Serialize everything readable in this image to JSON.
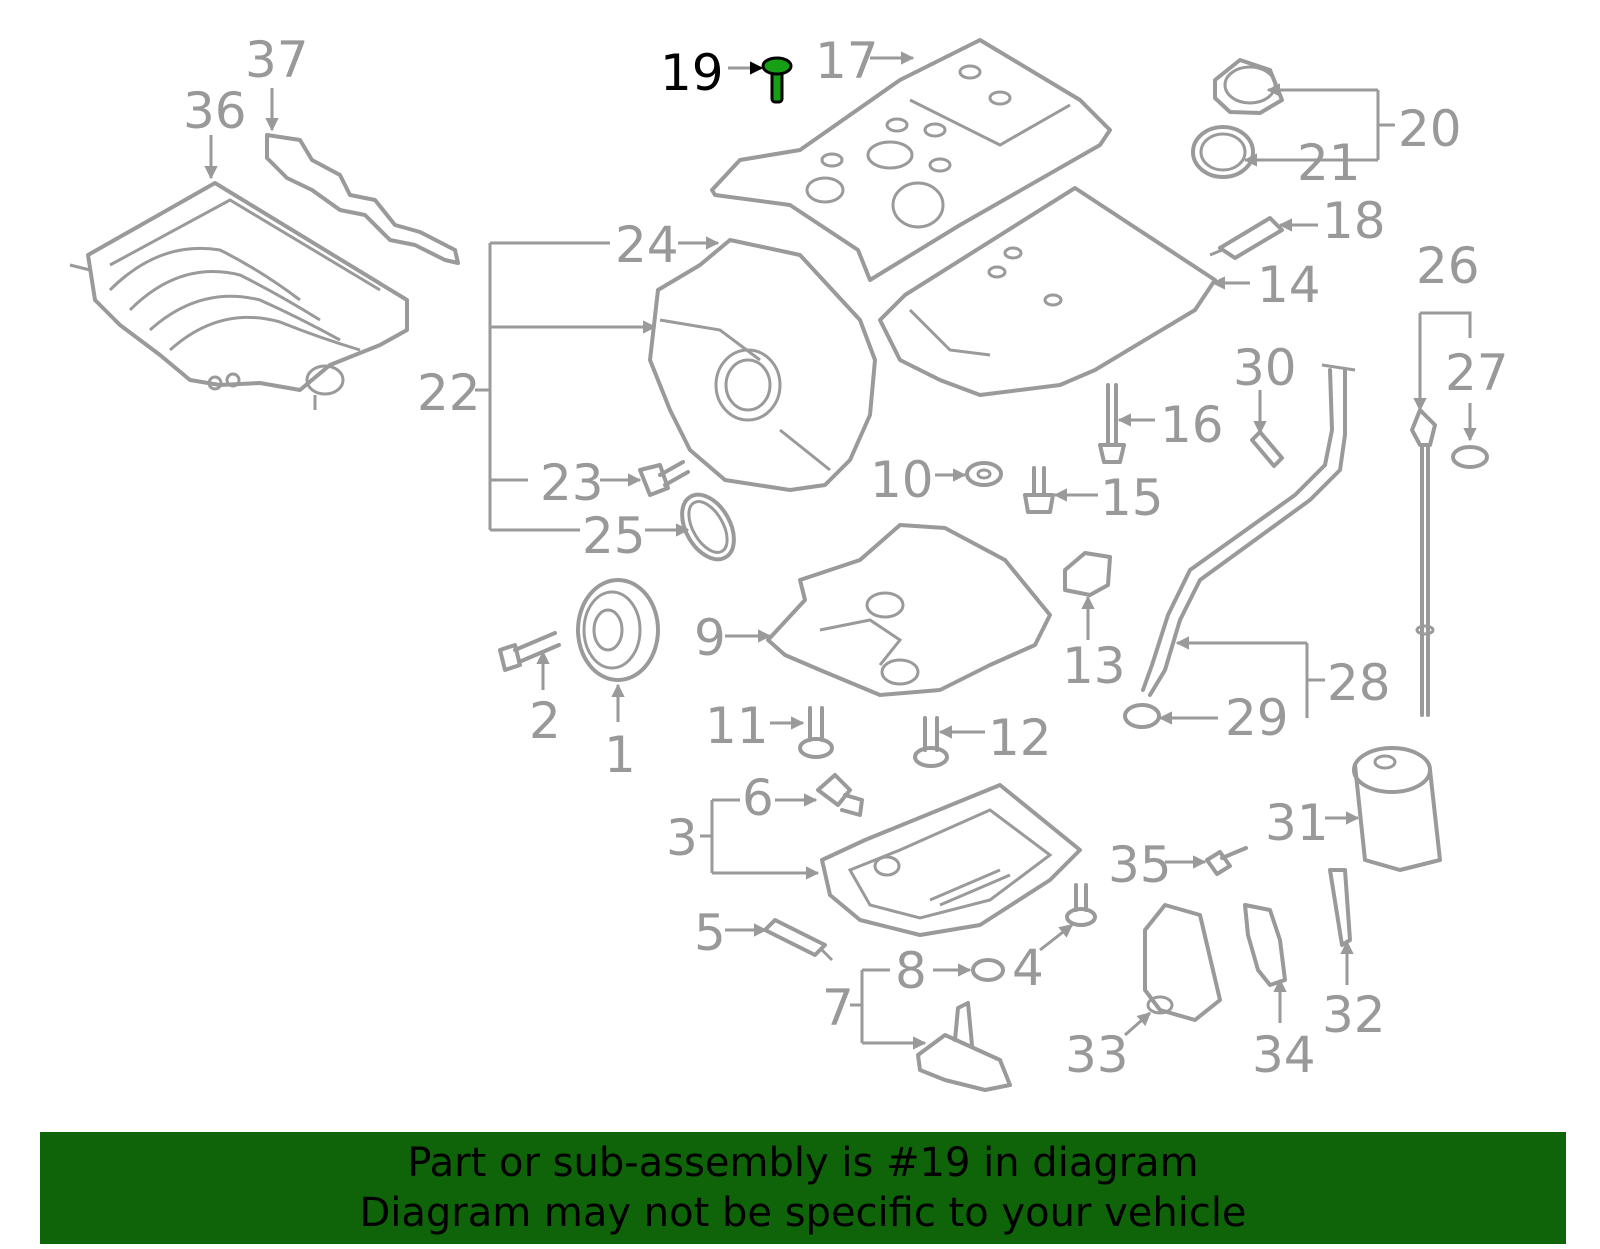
{
  "diagram": {
    "highlight_color": "#16a016",
    "line_color": "#9a9a9a",
    "highlighted_part": "19",
    "callouts": [
      {
        "id": "1",
        "label": "1"
      },
      {
        "id": "2",
        "label": "2"
      },
      {
        "id": "3",
        "label": "3"
      },
      {
        "id": "4",
        "label": "4"
      },
      {
        "id": "5",
        "label": "5"
      },
      {
        "id": "6",
        "label": "6"
      },
      {
        "id": "7",
        "label": "7"
      },
      {
        "id": "8",
        "label": "8"
      },
      {
        "id": "9",
        "label": "9"
      },
      {
        "id": "10",
        "label": "10"
      },
      {
        "id": "11",
        "label": "11"
      },
      {
        "id": "12",
        "label": "12"
      },
      {
        "id": "13",
        "label": "13"
      },
      {
        "id": "14",
        "label": "14"
      },
      {
        "id": "15",
        "label": "15"
      },
      {
        "id": "16",
        "label": "16"
      },
      {
        "id": "17",
        "label": "17"
      },
      {
        "id": "18",
        "label": "18"
      },
      {
        "id": "19",
        "label": "19"
      },
      {
        "id": "20",
        "label": "20"
      },
      {
        "id": "21",
        "label": "21"
      },
      {
        "id": "22",
        "label": "22"
      },
      {
        "id": "23",
        "label": "23"
      },
      {
        "id": "24",
        "label": "24"
      },
      {
        "id": "25",
        "label": "25"
      },
      {
        "id": "26",
        "label": "26"
      },
      {
        "id": "27",
        "label": "27"
      },
      {
        "id": "28",
        "label": "28"
      },
      {
        "id": "29",
        "label": "29"
      },
      {
        "id": "30",
        "label": "30"
      },
      {
        "id": "31",
        "label": "31"
      },
      {
        "id": "32",
        "label": "32"
      },
      {
        "id": "33",
        "label": "33"
      },
      {
        "id": "34",
        "label": "34"
      },
      {
        "id": "35",
        "label": "35"
      },
      {
        "id": "36",
        "label": "36"
      },
      {
        "id": "37",
        "label": "37"
      }
    ]
  },
  "banner": {
    "background": "#0f6309",
    "line1": "Part or sub-assembly is #19 in diagram",
    "line2": "Diagram may not be specific to your vehicle"
  }
}
